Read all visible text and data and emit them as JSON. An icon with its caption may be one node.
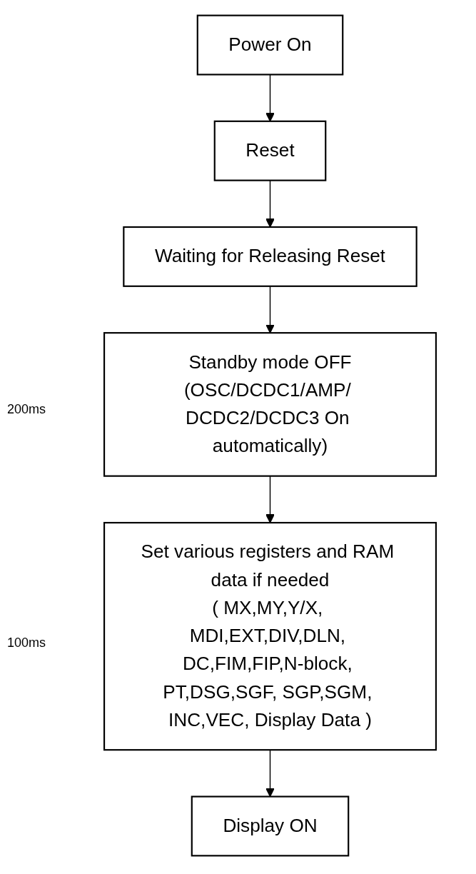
{
  "diagram": {
    "nodes": [
      {
        "text": [
          "Power On"
        ]
      },
      {
        "text": [
          "Reset"
        ]
      },
      {
        "text": [
          "Waiting for Releasing Reset"
        ]
      },
      {
        "text": [
          "Standby mode OFF",
          "(OSC/DCDC1/AMP/ DCDC2/DCDC3 On automatically)"
        ]
      },
      {
        "text": [
          "Set various registers and RAM data if needed",
          "( MX,MY,Y/X, MDI,EXT,DIV,DLN, DC,FIM,FIP,N-block, PT,DSG,SGF, SGP,SGM, INC,VEC, Display Data )"
        ]
      },
      {
        "text": [
          "Display ON"
        ]
      }
    ],
    "edges": [
      {
        "from": 0,
        "to": 1,
        "arrow": "to"
      },
      {
        "from": 1,
        "to": 2,
        "arrow": "to"
      },
      {
        "from": 2,
        "to": 3,
        "arrow": "to"
      },
      {
        "from": 3,
        "to": 4,
        "arrow": "to"
      },
      {
        "from": 4,
        "to": 5,
        "arrow": "to"
      }
    ],
    "labels": [
      "200ms",
      "100ms"
    ]
  }
}
